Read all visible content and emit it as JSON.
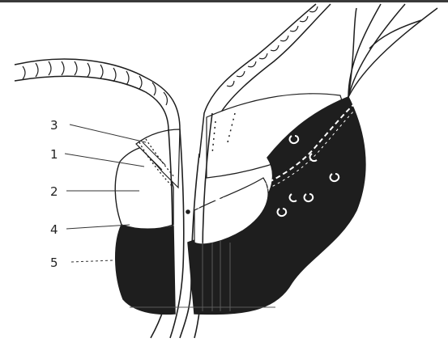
{
  "figure": {
    "labels": [
      "3",
      "1",
      "2",
      "4",
      "5"
    ]
  },
  "colors": {
    "ink": "#1e1e1e",
    "paper": "#ffffff",
    "frame": "#3a3a3a"
  }
}
